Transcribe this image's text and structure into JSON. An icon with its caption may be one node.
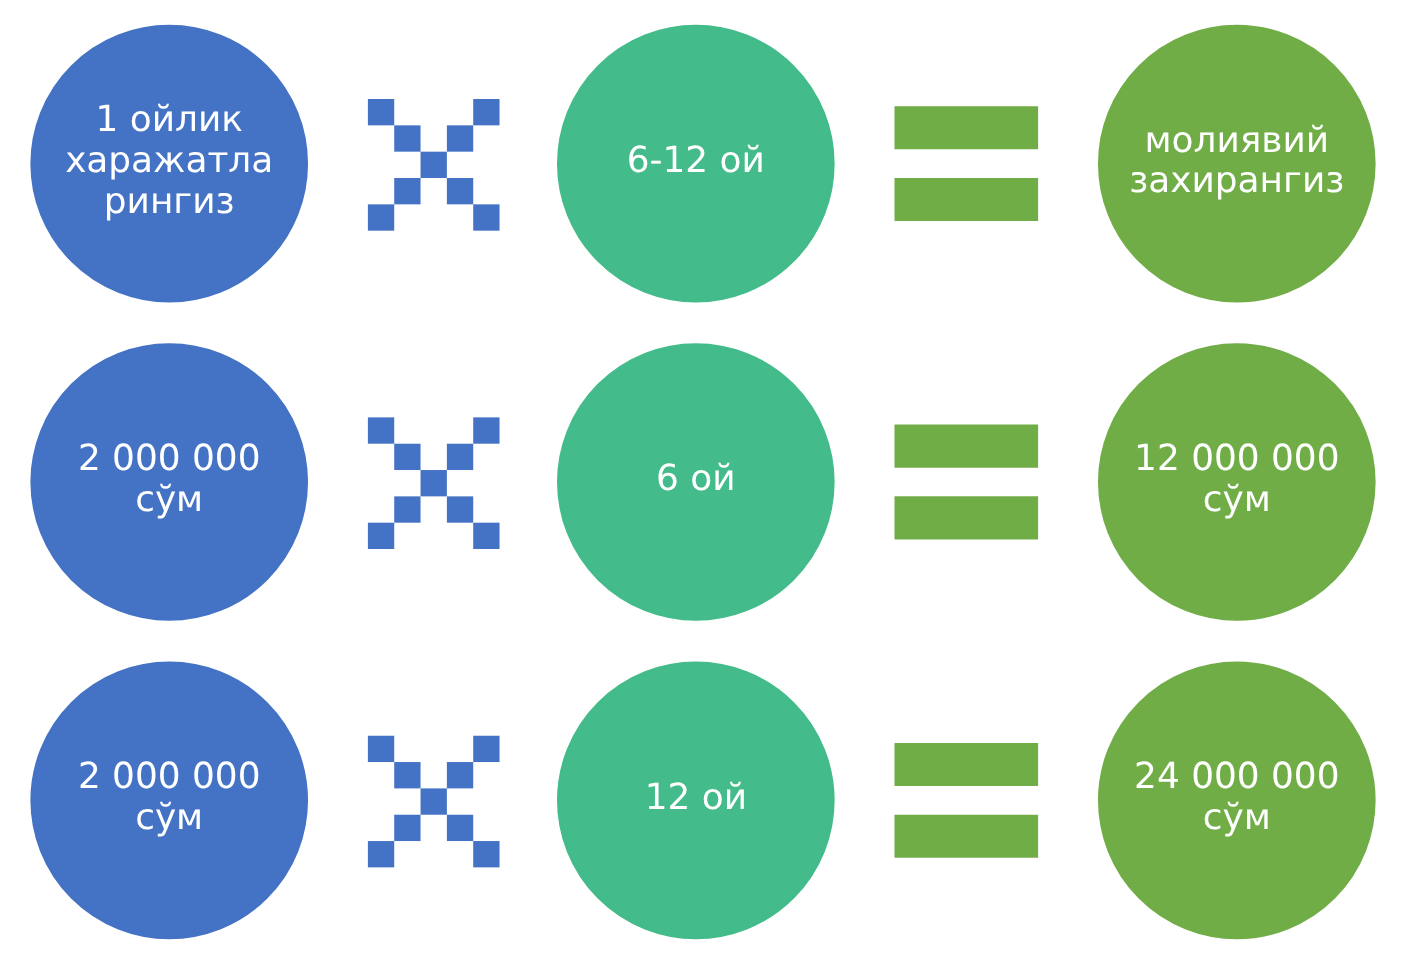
{
  "diagram": {
    "nodes": [
      {
        "text": [
          "1 ойлик харажатла рингиз"
        ]
      },
      {
        "text": [],
        "shape": "cross"
      },
      {
        "text": [
          "6-12 ой"
        ]
      },
      {
        "text": [],
        "shape": "equals"
      },
      {
        "text": [
          "молиявий захирангиз"
        ]
      },
      {
        "text": [
          "2 000 000 сўм"
        ]
      },
      {
        "text": [],
        "shape": "cross"
      },
      {
        "text": [
          "6 ой"
        ]
      },
      {
        "text": [],
        "shape": "equals"
      },
      {
        "text": [
          "12 000 000 сўм"
        ]
      },
      {
        "text": [
          "2 000 000 сўм"
        ]
      },
      {
        "text": [],
        "shape": "cross"
      },
      {
        "text": [
          "12 ой"
        ]
      },
      {
        "text": [],
        "shape": "equals"
      },
      {
        "text": [
          "24 000 000 сўм"
        ]
      }
    ],
    "edges": []
  }
}
